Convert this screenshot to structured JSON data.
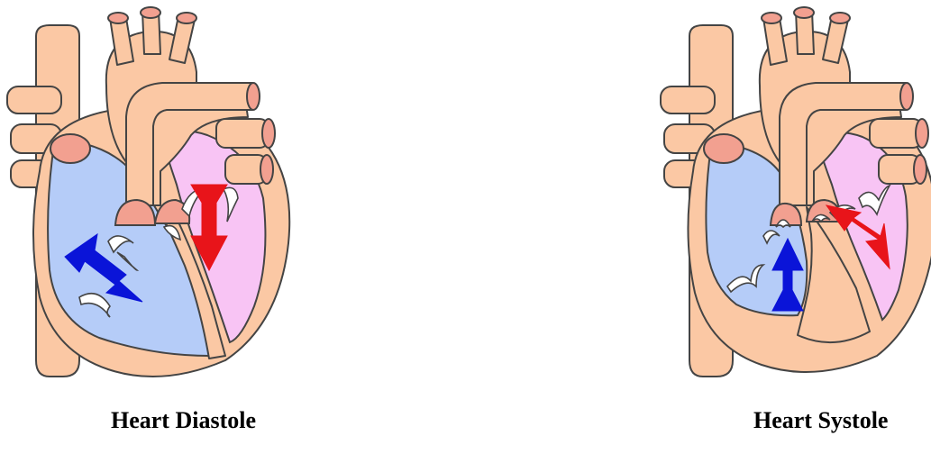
{
  "captions": {
    "left": "Heart Diastole",
    "right": "Heart Systole"
  },
  "colors": {
    "tissue": "#fbc8a4",
    "vessel_end": "#f2a090",
    "deoxygenated_chamber": "#b5ccf8",
    "oxygenated_chamber": "#f8c4f4",
    "blood_flow_deoxygenated": "#0a14d8",
    "blood_flow_oxygenated": "#e8141a",
    "valve": "#ffffff"
  },
  "panels": [
    {
      "phase": "diastole",
      "arrows": [
        "blue-arrow-into-right-ventricle",
        "red-arrow-into-left-ventricle"
      ]
    },
    {
      "phase": "systole",
      "arrows": [
        "blue-arrow-into-pulmonary-artery",
        "red-arrow-into-aorta"
      ]
    }
  ]
}
